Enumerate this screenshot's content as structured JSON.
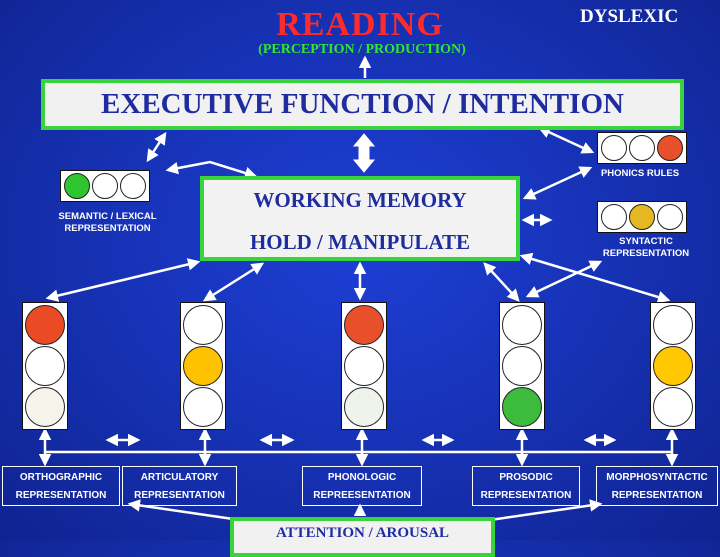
{
  "header": {
    "title": "READING",
    "subtitle": "(PERCEPTION / PRODUCTION)",
    "tag": "DYSLEXIC"
  },
  "executive": {
    "label": "EXECUTIVE FUNCTION / INTENTION"
  },
  "working_memory": {
    "line1": "WORKING MEMORY",
    "line2": "HOLD / MANIPULATE"
  },
  "side_lights": [
    {
      "name": "semantic-lexical",
      "label_line1": "SEMANTIC / LEXICAL",
      "label_line2": "REPRESENTATION",
      "bulbs": [
        "#2ec52e",
        "#ffffff",
        "#ffffff"
      ]
    },
    {
      "name": "phonics-rules",
      "label_line1": "PHONICS RULES",
      "label_line2": "",
      "bulbs": [
        "#ffffff",
        "#ffffff",
        "#e8502b"
      ]
    },
    {
      "name": "syntactic",
      "label_line1": "SYNTACTIC",
      "label_line2": "REPRESENTATION",
      "bulbs": [
        "#ffffff",
        "#e5b822",
        "#ffffff"
      ]
    }
  ],
  "traffic_lights": [
    {
      "name": "orthographic",
      "bulbs": [
        "#ea4a24",
        "#ffffff",
        "#f6f4ea"
      ]
    },
    {
      "name": "articulatory",
      "bulbs": [
        "#ffffff",
        "#ffc200",
        "#ffffff"
      ]
    },
    {
      "name": "phonologic",
      "bulbs": [
        "#e8502b",
        "#ffffff",
        "#eef4ec"
      ]
    },
    {
      "name": "prosodic",
      "bulbs": [
        "#ffffff",
        "#ffffff",
        "#3dbb3d"
      ]
    },
    {
      "name": "morphosyntactic",
      "bulbs": [
        "#ffffff",
        "#ffc800",
        "#ffffff"
      ]
    }
  ],
  "representations": [
    {
      "name": "orthographic",
      "line1": "ORTHOGRAPHIC",
      "line2": "REPRESENTATION"
    },
    {
      "name": "articulatory",
      "line1": "ARTICULATORY",
      "line2": "REPRESENTATION"
    },
    {
      "name": "phonologic",
      "line1": "PHONOLOGIC",
      "line2": "REPREESENTATION"
    },
    {
      "name": "prosodic",
      "line1": "PROSODIC",
      "line2": "REPRESENTATION"
    },
    {
      "name": "morphosyntactic",
      "line1": "MORPHOSYNTACTIC",
      "line2": "REPRESENTATION"
    }
  ],
  "attention": {
    "label": "ATTENTION / AROUSAL"
  },
  "colors": {
    "background": "#1733b8",
    "box_border": "#39d43c",
    "box_text": "#1f2ca0",
    "title": "#ff2b2b",
    "subtitle": "#2ee82e"
  }
}
